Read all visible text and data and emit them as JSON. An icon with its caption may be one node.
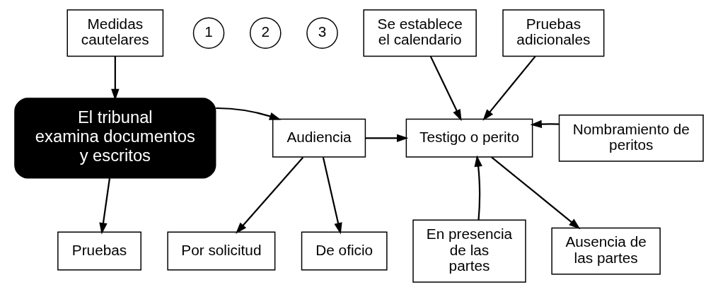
{
  "diagram": {
    "nodes": [
      {
        "text": [
          "Medidas cautelares"
        ]
      },
      {
        "text": [
          "El tribunal examina documentos y escritos"
        ]
      },
      {
        "text": [
          "Audiencia"
        ]
      },
      {
        "text": [
          "Testigo o perito"
        ]
      },
      {
        "text": [
          "Se establece el calendario"
        ]
      },
      {
        "text": [
          "Pruebas adicionales"
        ]
      },
      {
        "text": [
          "Nombramiento de peritos"
        ]
      },
      {
        "text": [
          "Pruebas"
        ]
      },
      {
        "text": [
          "Por solicitud"
        ]
      },
      {
        "text": [
          "De oficio"
        ]
      },
      {
        "text": [
          "En presencia de las partes"
        ]
      },
      {
        "text": [
          "Ausencia de las partes"
        ]
      },
      {
        "text": [
          "1"
        ]
      },
      {
        "text": [
          "2"
        ]
      },
      {
        "text": [
          "3"
        ]
      }
    ],
    "edges": [
      {
        "from": 0,
        "to": 1,
        "arrow": "to"
      },
      {
        "from": 1,
        "to": 7,
        "arrow": "to"
      },
      {
        "from": 1,
        "to": 2,
        "arrow": "to"
      },
      {
        "from": 2,
        "to": 3,
        "arrow": "to"
      },
      {
        "from": 2,
        "to": 8,
        "arrow": "to"
      },
      {
        "from": 2,
        "to": 9,
        "arrow": "to"
      },
      {
        "from": 4,
        "to": 3,
        "arrow": "to"
      },
      {
        "from": 5,
        "to": 3,
        "arrow": "to"
      },
      {
        "from": 6,
        "to": 3,
        "arrow": "to"
      },
      {
        "from": 10,
        "to": 3,
        "arrow": "to"
      },
      {
        "from": 3,
        "to": 11,
        "arrow": "to"
      }
    ]
  }
}
